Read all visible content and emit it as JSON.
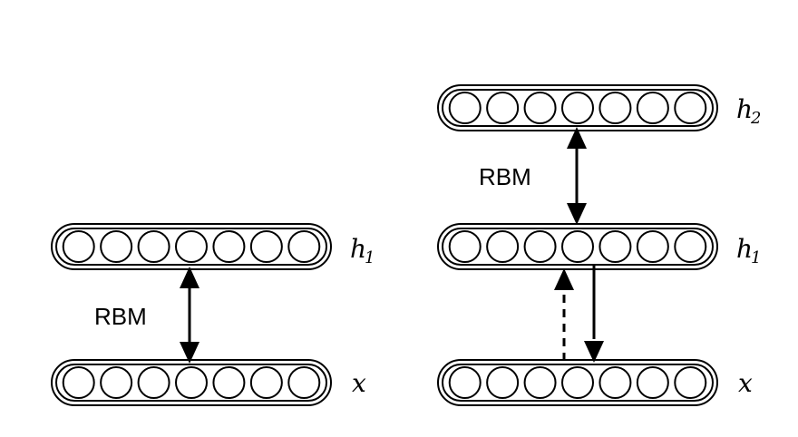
{
  "left_panel": {
    "layers": [
      {
        "id": "h1",
        "var": "h",
        "sub": "1",
        "units": 7
      },
      {
        "id": "x",
        "var": "x",
        "sub": "",
        "units": 7
      }
    ],
    "connection_label": "RBM"
  },
  "right_panel": {
    "layers": [
      {
        "id": "h2",
        "var": "h",
        "sub": "2",
        "units": 7
      },
      {
        "id": "h1",
        "var": "h",
        "sub": "1",
        "units": 7
      },
      {
        "id": "x",
        "var": "x",
        "sub": "",
        "units": 7
      }
    ],
    "connection_label": "RBM"
  }
}
